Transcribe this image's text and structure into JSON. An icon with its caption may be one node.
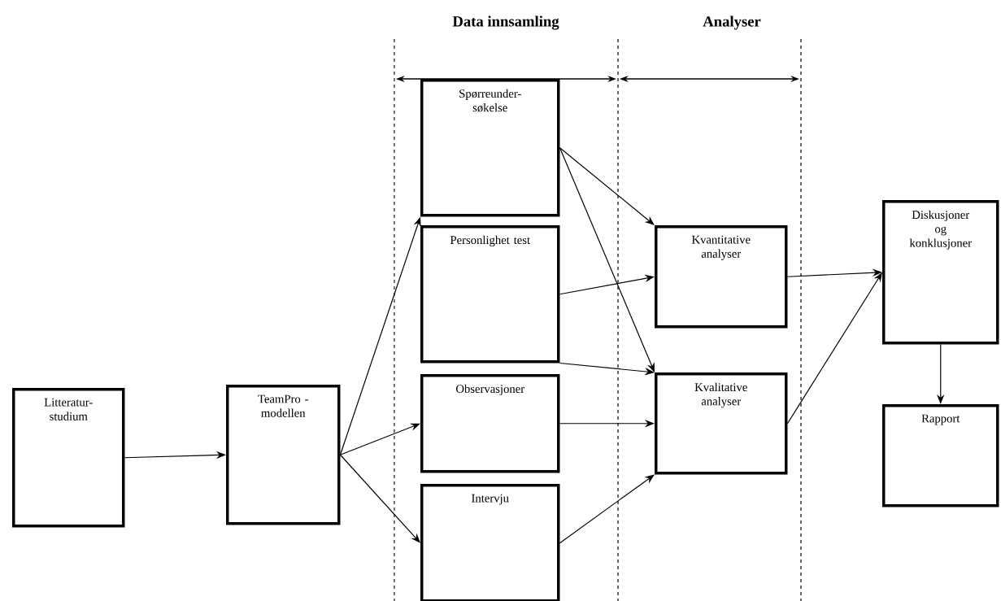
{
  "diagram": {
    "nodes": [
      {
        "text": [
          "Litteratur-studium"
        ]
      },
      {
        "text": [
          "TeamPro - modellen"
        ]
      },
      {
        "text": [
          "Spørreunder-søkelse"
        ]
      },
      {
        "text": [
          "Personlighet test"
        ]
      },
      {
        "text": [
          "Observasjoner"
        ]
      },
      {
        "text": [
          "Intervju"
        ]
      },
      {
        "text": [
          "Kvantitative analyser"
        ]
      },
      {
        "text": [
          "Kvalitative analyser"
        ]
      },
      {
        "text": [
          "Diskusjoner og konklusjoner"
        ]
      },
      {
        "text": [
          "Rapport"
        ]
      }
    ],
    "edges": [
      {
        "from": 0,
        "to": 1,
        "arrow": "to"
      },
      {
        "from": 1,
        "to": 2,
        "arrow": "to"
      },
      {
        "from": 1,
        "to": 4,
        "arrow": "to"
      },
      {
        "from": 1,
        "to": 5,
        "arrow": "to"
      },
      {
        "from": 2,
        "to": 6,
        "arrow": "to"
      },
      {
        "from": 2,
        "to": 7,
        "arrow": "to"
      },
      {
        "from": 3,
        "to": 6,
        "arrow": "to"
      },
      {
        "from": 3,
        "to": 7,
        "arrow": "to"
      },
      {
        "from": 4,
        "to": 7,
        "arrow": "to"
      },
      {
        "from": 5,
        "to": 7,
        "arrow": "to"
      },
      {
        "from": 6,
        "to": 8,
        "arrow": "to"
      },
      {
        "from": 7,
        "to": 8,
        "arrow": "to"
      },
      {
        "from": 8,
        "to": 9,
        "arrow": "to"
      }
    ],
    "labels": [
      "Data innsamling",
      "Analyser"
    ]
  }
}
